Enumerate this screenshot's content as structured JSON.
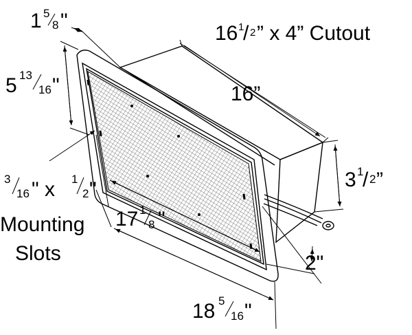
{
  "labels": {
    "cutout": {
      "whole": "16",
      "num": "1",
      "den": "2",
      "rest": "” x 4” Cutout"
    },
    "depth": {
      "whole": "1",
      "num": "5",
      "den": "8",
      "unit": "\""
    },
    "height": {
      "whole": "5",
      "num": "13",
      "den": "16",
      "unit": "\""
    },
    "length16": {
      "text": "16”"
    },
    "height_body": {
      "whole": "3",
      "num": "1",
      "den": "2",
      "unit": "”"
    },
    "slot": {
      "n1": "3",
      "d1": "16",
      "mid": "\"  x",
      "n2": "1",
      "d2": "2",
      "unit": "\""
    },
    "mounting": {
      "line1": "Mounting",
      "line2": "Slots"
    },
    "width17": {
      "whole": "17",
      "num": "1",
      "den": "8",
      "unit": "\""
    },
    "gap2": {
      "text": "2\""
    },
    "width18": {
      "whole": "18",
      "num": "5",
      "den": "16",
      "unit": "\""
    }
  },
  "colors": {
    "line": "#000000",
    "mesh": "#444444",
    "fill": "#ffffff",
    "shade": "#e6e6e6"
  }
}
